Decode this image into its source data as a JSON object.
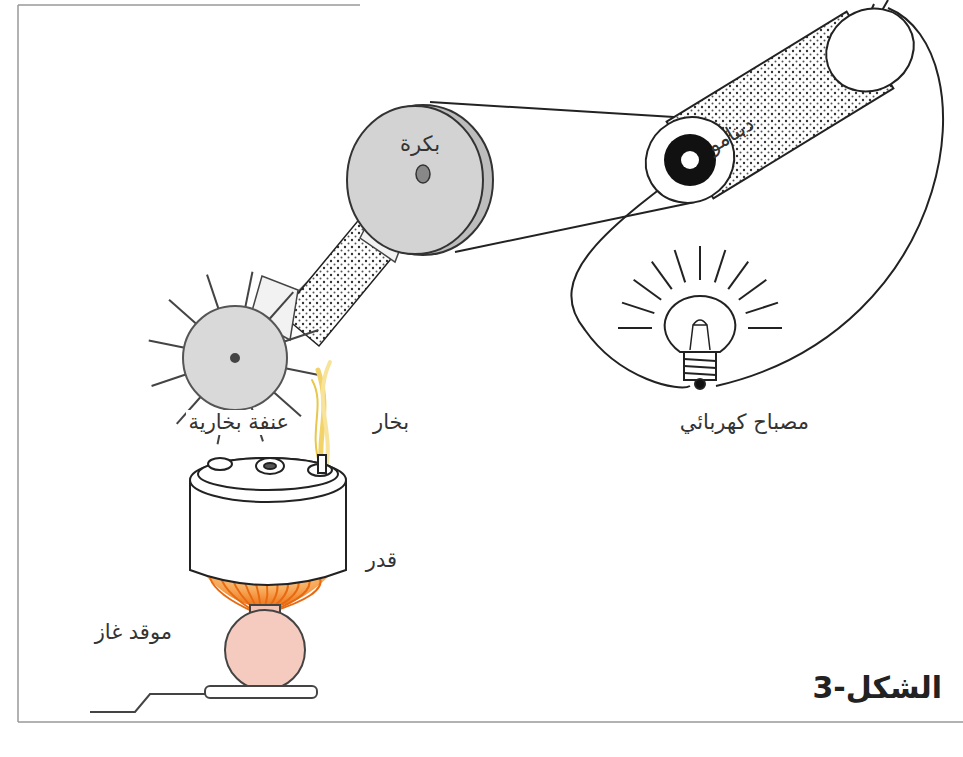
{
  "diagram": {
    "caption": "الشكل-3",
    "nodes": [
      {
        "text": [
          "بكرة"
        ]
      },
      {
        "text": [
          "دينامو"
        ]
      }
    ],
    "labels": [
      "عنفة بخارية",
      "بخار",
      "مصباح كهربائي",
      "قدر",
      "موقد غاز"
    ]
  }
}
